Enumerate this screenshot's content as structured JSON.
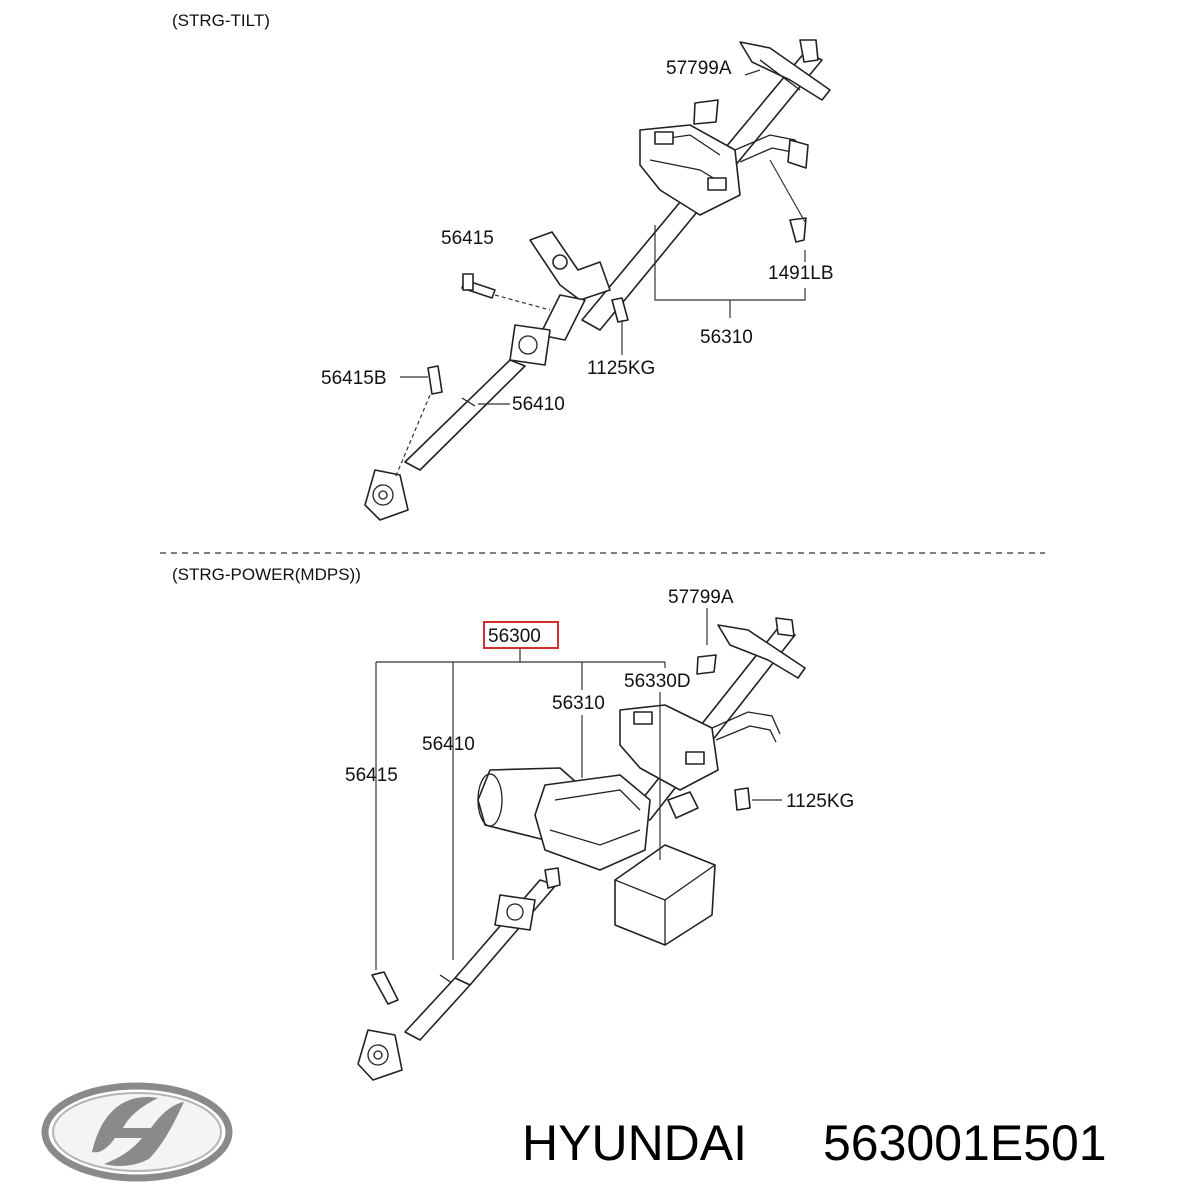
{
  "sections": {
    "tilt_title": "(STRG-TILT)",
    "power_title": "(STRG-POWER(MDPS))"
  },
  "tilt_labels": {
    "cover": "57799A",
    "bolt": "56415",
    "bolt_b": "56415B",
    "bolt_1491": "1491LB",
    "column": "56310",
    "bolt_1125": "1125KG",
    "shaft": "56410"
  },
  "power_labels": {
    "cover": "57799A",
    "assembly": "56300",
    "ecu": "56330D",
    "column": "56310",
    "shaft": "56410",
    "bolt": "56415",
    "bolt_1125": "1125KG"
  },
  "footer": {
    "brand": "HYUNDAI",
    "part_number": "563001E501"
  },
  "colors": {
    "highlight_box": "#d03030",
    "logo": "#8a8a8a"
  }
}
